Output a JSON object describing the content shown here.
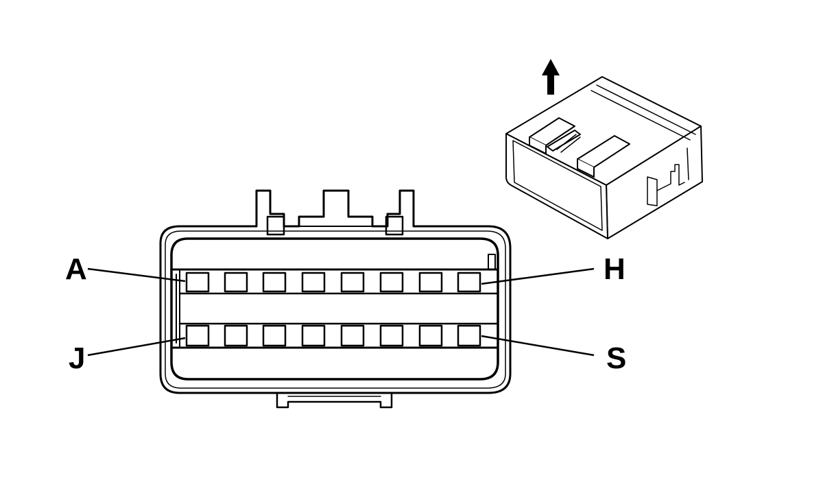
{
  "diagram": {
    "pin_labels": {
      "top_left": "A",
      "top_right": "H",
      "bottom_left": "J",
      "bottom_right": "S"
    },
    "pin_rows": [
      {
        "row": "top",
        "pin_count": 8
      },
      {
        "row": "bottom",
        "pin_count": 8
      }
    ],
    "orientation_icon": "arrow-up-icon",
    "colors": {
      "stroke": "#000000",
      "background": "#ffffff"
    }
  }
}
